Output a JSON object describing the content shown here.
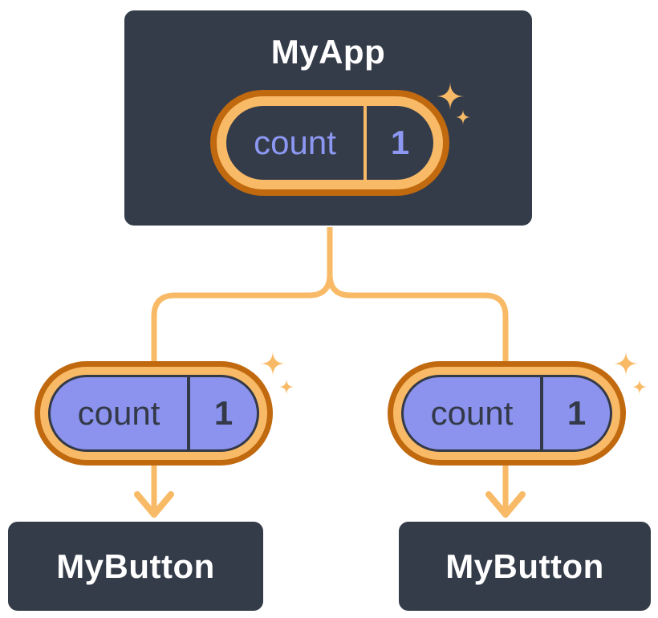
{
  "diagram": {
    "colors": {
      "background": "#ffffff",
      "box_bg": "#343b49",
      "box_border": "#ffffff",
      "title_text": "#ffffff",
      "accent": "#f8ba66",
      "accent_outer": "#c1690f",
      "purple": "#8b93ee",
      "periwinkle": "#8d98f3",
      "dark": "#333947"
    },
    "icons": {
      "sparkles": "four-point-star"
    },
    "root": {
      "title": "MyApp",
      "state": {
        "name": "count",
        "value": "1"
      }
    },
    "children": [
      {
        "title": "MyButton",
        "state": {
          "name": "count",
          "value": "1"
        }
      },
      {
        "title": "MyButton",
        "state": {
          "name": "count",
          "value": "1"
        }
      }
    ]
  }
}
